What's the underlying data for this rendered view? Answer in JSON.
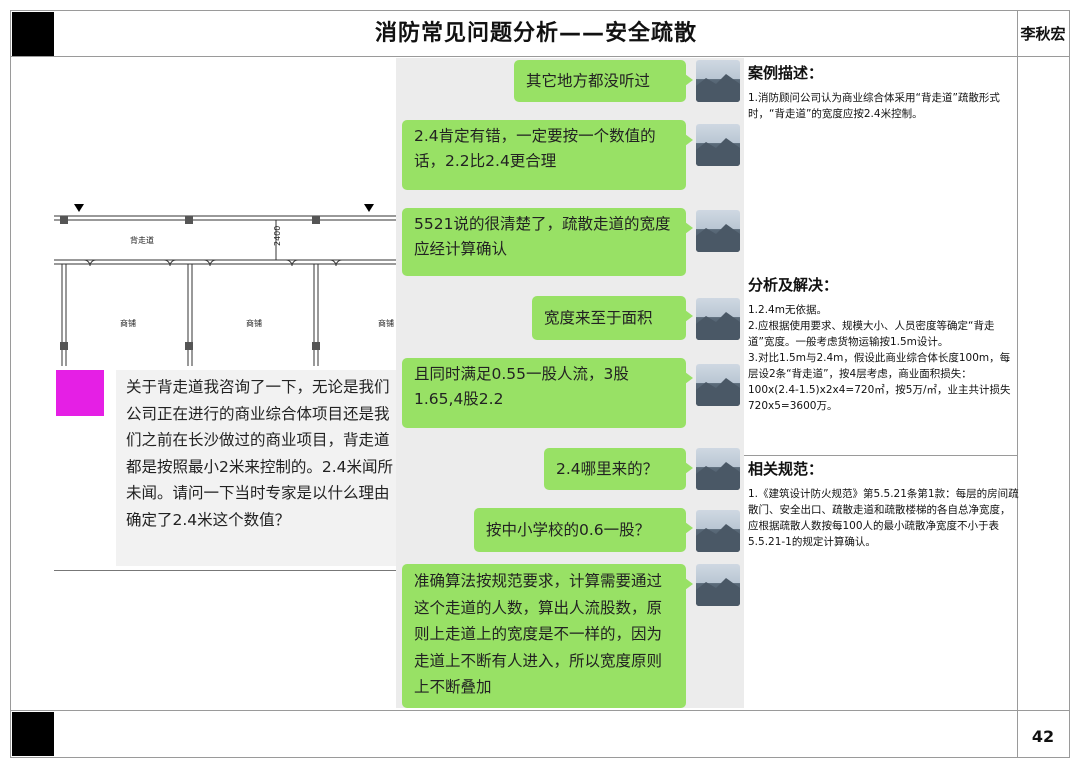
{
  "header": {
    "title": "消防常见问题分析——安全疏散",
    "author": "李秋宏"
  },
  "footer": {
    "page_number": "42"
  },
  "floorplan": {
    "corridor_label": "背走道",
    "width_label": "2400",
    "shop_labels": [
      "商铺",
      "商铺",
      "商铺"
    ]
  },
  "question": {
    "text": "关于背走道我咨询了一下，无论是我们公司正在进行的商业综合体项目还是我们之前在长沙做过的商业项目，背走道都是按照最小2米来控制的。2.4米闻所未闻。请问一下当时专家是以什么理由确定了2.4米这个数值？"
  },
  "chat": {
    "messages": [
      "其它地方都没听过",
      "2.4肯定有错，一定要按一个数值的话，2.2比2.4更合理",
      "5521说的很清楚了，疏散走道的宽度应经计算确认",
      "宽度来至于面积",
      "且同时满足0.55一股人流，3股1.65,4股2.2",
      "2.4哪里来的？",
      "按中小学校的0.6一股？",
      "准确算法按规范要求，计算需要通过这个走道的人数，算出人流股数，原则上走道上的宽度是不一样的，因为走道上不断有人进入，所以宽度原则上不断叠加"
    ]
  },
  "sidebar": {
    "case_title": "案例描述：",
    "case_text": "1.消防顾问公司认为商业综合体采用“背走道”疏散形式时，“背走道”的宽度应按2.4米控制。",
    "analysis_title": "分析及解决：",
    "analysis_items": [
      "1.2.4m无依据。",
      "2.应根据使用要求、规模大小、人员密度等确定“背走道”宽度。一般考虑货物运输按1.5m设计。",
      "3.对比1.5m与2.4m，假设此商业综合体长度100m，每层设2条“背走道”，按4层考虑，商业面积损失：100x(2.4-1.5)x2x4=720㎡，按5万/㎡，业主共计损失720x5=3600万。"
    ],
    "spec_title": "相关规范：",
    "spec_text": "1.《建筑设计防火规范》第5.5.21条第1款：每层的房间疏散门、安全出口、疏散走道和疏散楼梯的各自总净宽度，应根据疏散人数按每100人的最小疏散净宽度不小于表5.5.21-1的规定计算确认。"
  }
}
